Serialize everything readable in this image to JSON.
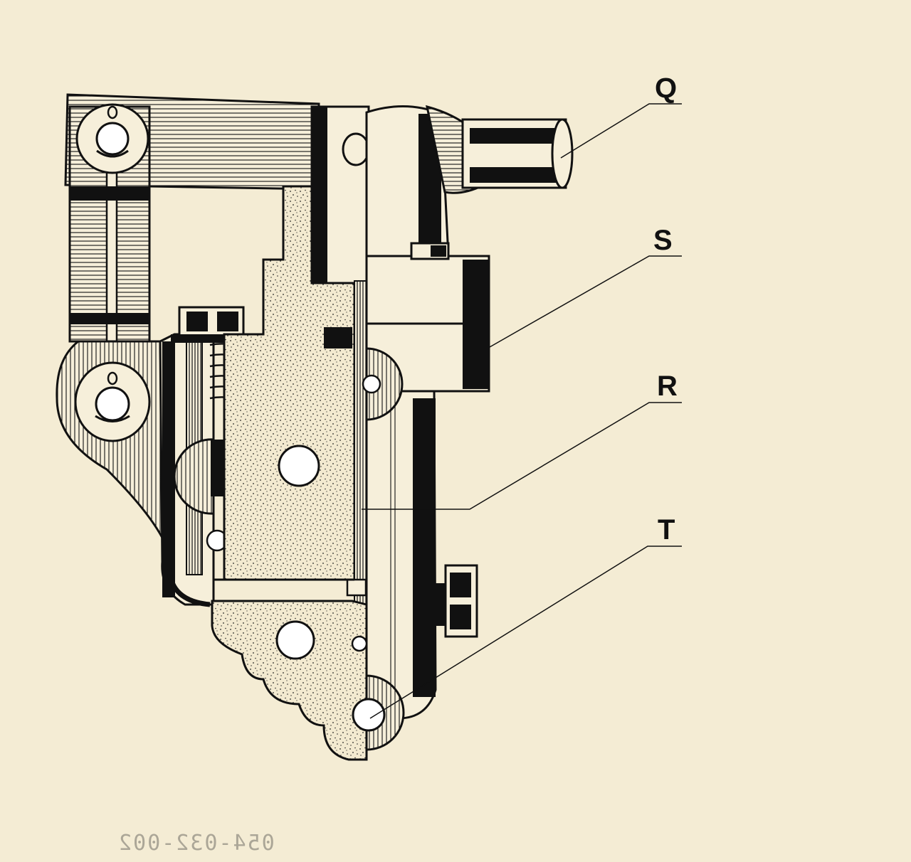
{
  "labels": {
    "q": "Q",
    "s": "S",
    "r": "R",
    "t": "T"
  },
  "reference_number": "054-032-002",
  "colors": {
    "paper": "#f4ecd4",
    "ink": "#111111",
    "shade": "#ffffff"
  }
}
